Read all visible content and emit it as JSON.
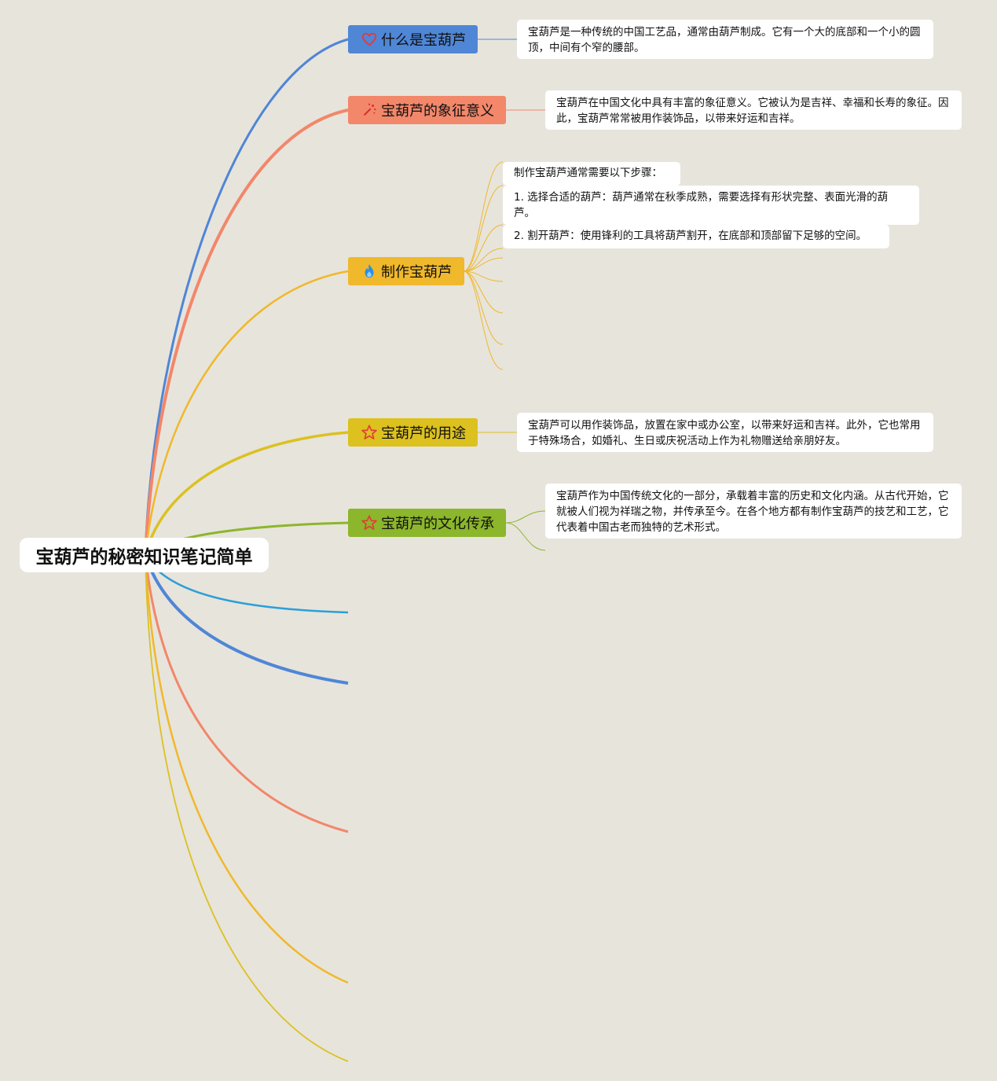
{
  "root": {
    "label": "宝葫芦的秘密知识笔记简单"
  },
  "branches": [
    {
      "label": "什么是宝葫芦",
      "color": "#4f86d6",
      "icon": "heart-icon"
    },
    {
      "label": "宝葫芦的象征意义",
      "color": "#f2876a",
      "icon": "sparkle-wand-icon"
    },
    {
      "label": "制作宝葫芦",
      "color": "#f0b82b",
      "icon": "flame-icon"
    },
    {
      "label": "宝葫芦的用途",
      "color": "#dcc11f",
      "icon": "star-icon"
    },
    {
      "label": "宝葫芦的文化传承",
      "color": "#8cb62b",
      "icon": "star-icon"
    }
  ],
  "notes": {
    "what": "宝葫芦是一种传统的中国工艺品，通常由葫芦制成。它有一个大的底部和一个小的圆顶，中间有个窄的腰部。",
    "symbol": "宝葫芦在中国文化中具有丰富的象征意义。它被认为是吉祥、幸福和长寿的象征。因此，宝葫芦常常被用作装饰品，以带来好运和吉祥。",
    "make_intro": "制作宝葫芦通常需要以下步骤：",
    "make_step1": "1. 选择合适的葫芦：葫芦通常在秋季成熟，需要选择有形状完整、表面光滑的葫芦。",
    "make_step2": "2. 割开葫芦：使用锋利的工具将葫芦割开，在底部和顶部留下足够的空间。",
    "use": "宝葫芦可以用作装饰品，放置在家中或办公室，以带来好运和吉祥。此外，它也常用于特殊场合，如婚礼、生日或庆祝活动上作为礼物赠送给亲朋好友。",
    "culture": "宝葫芦作为中国传统文化的一部分，承载着丰富的历史和文化内涵。从古代开始，它就被人们视为祥瑞之物，并传承至今。在各个地方都有制作宝葫芦的技艺和工艺，它代表着中国古老而独特的艺术形式。"
  },
  "colors": {
    "background": "#e7e4dc",
    "blue": "#4f86d6",
    "coral": "#f2876a",
    "orange": "#f0b82b",
    "yellow": "#dcc11f",
    "green": "#8cb62b",
    "cyan": "#2b9fd8"
  }
}
